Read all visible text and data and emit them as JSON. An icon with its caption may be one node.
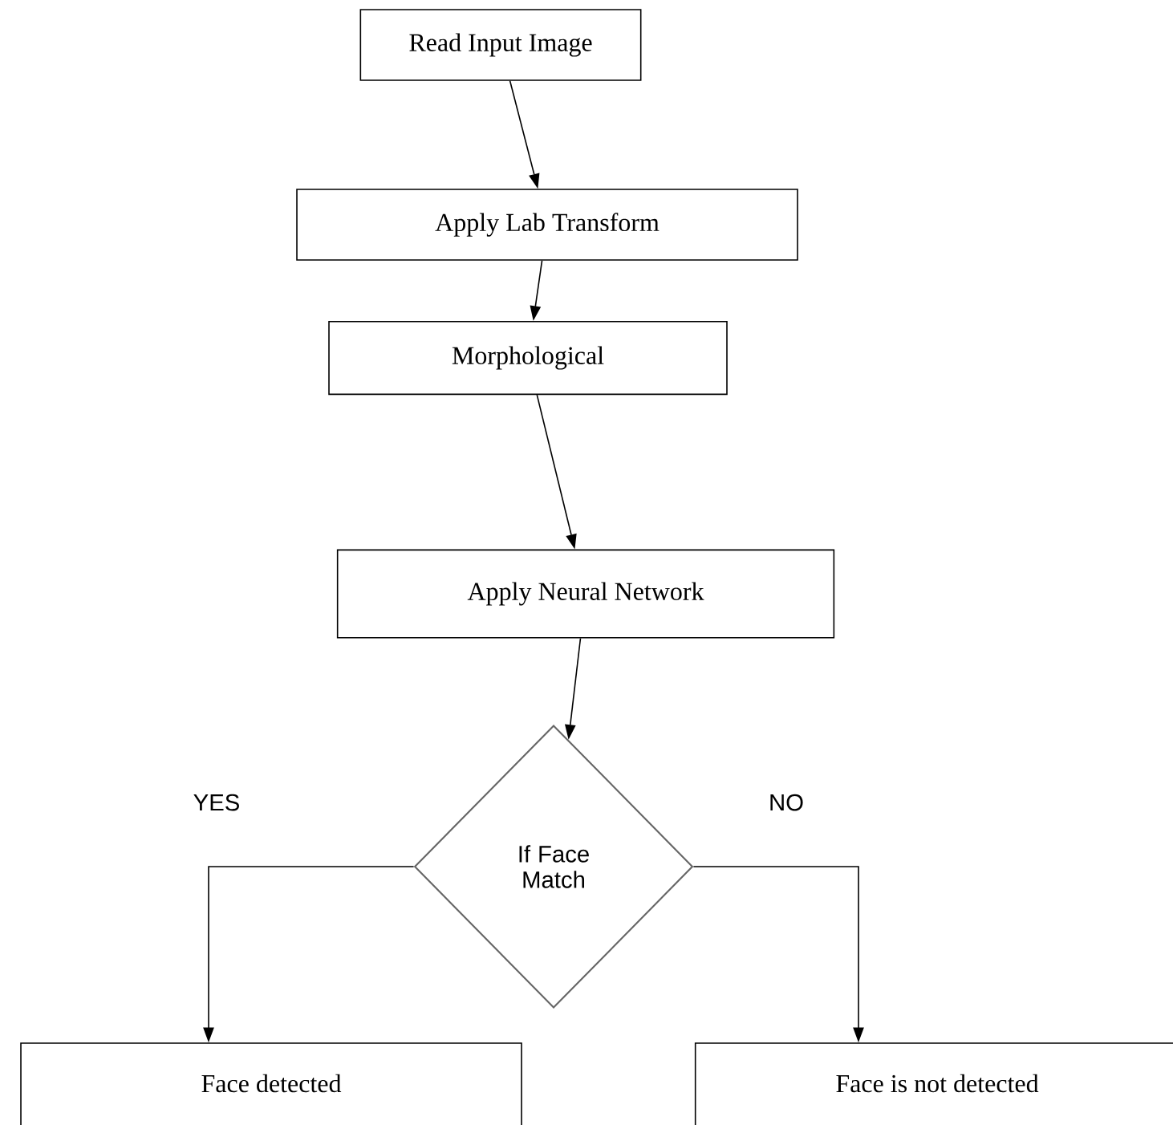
{
  "diagram": {
    "nodes": [
      {
        "text": [
          "Read Input Image"
        ]
      },
      {
        "text": [
          "Apply Lab Transform"
        ]
      },
      {
        "text": [
          "Morphological"
        ]
      },
      {
        "text": [
          "Apply Neural Network"
        ]
      },
      {
        "text": [
          "If Face Match"
        ]
      },
      {
        "text": [
          "Face detected"
        ]
      },
      {
        "text": [
          "Face is not detected"
        ]
      }
    ],
    "edges": [
      {
        "from": 0,
        "to": 1,
        "arrow": "to"
      },
      {
        "from": 1,
        "to": 2,
        "arrow": "to"
      },
      {
        "from": 2,
        "to": 3,
        "arrow": "to"
      },
      {
        "from": 3,
        "to": 4,
        "arrow": "to"
      },
      {
        "from": 4,
        "to": 5,
        "arrow": "to",
        "label": "YES"
      },
      {
        "from": 4,
        "to": 6,
        "arrow": "to",
        "label": "NO"
      }
    ]
  }
}
